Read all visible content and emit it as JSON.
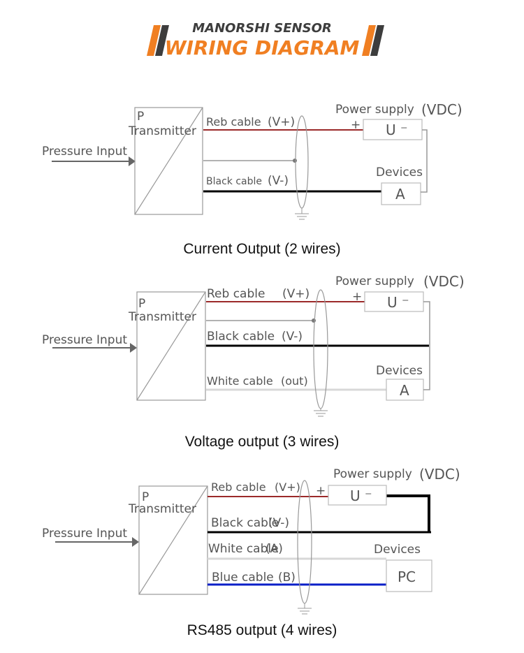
{
  "header": {
    "brand": "MANORSHI SENSOR",
    "title": "WIRING DIAGRAM",
    "accent_color": "#f07f22",
    "dark_color": "#3d3d3d"
  },
  "diagrams": [
    {
      "caption": "Current Output (2 wires)",
      "input_label": "Pressure Input",
      "transmitter_symbol": "P",
      "transmitter_label": "Transmitter",
      "wires": [
        {
          "label": "Reb cable",
          "suffix": "(V+)",
          "color": "#9b2a2a"
        },
        {
          "label": "Black cable",
          "suffix": "(V-)",
          "color": "#000000"
        }
      ],
      "power_label": "Power supply",
      "power_unit": "(VDC)",
      "power_box": "U ⁻",
      "plus": "+",
      "device_label": "Devices",
      "device_box": "A"
    },
    {
      "caption": "Voltage output (3 wires)",
      "input_label": "Pressure Input",
      "transmitter_symbol": "P",
      "transmitter_label": "Transmitter",
      "wires": [
        {
          "label": "Reb cable",
          "suffix": "(V+)",
          "color": "#9b2a2a"
        },
        {
          "label": "Black cable",
          "suffix": "(V-)",
          "color": "#000000"
        },
        {
          "label": "White cable",
          "suffix": "(out)",
          "color": "#d8d8d8"
        }
      ],
      "power_label": "Power supply",
      "power_unit": "(VDC)",
      "power_box": "U ⁻",
      "plus": "+",
      "device_label": "Devices",
      "device_box": "A"
    },
    {
      "caption": "RS485 output (4 wires)",
      "input_label": "Pressure Input",
      "transmitter_symbol": "P",
      "transmitter_label": "Transmitter",
      "wires": [
        {
          "label": "Reb cable",
          "suffix": "(V+)",
          "color": "#9b2a2a"
        },
        {
          "label": "Black cable",
          "suffix": "(V-)",
          "color": "#000000"
        },
        {
          "label": "White cable",
          "suffix": "(A)",
          "color": "#d8d8d8"
        },
        {
          "label": "Blue cable",
          "suffix": "(B)",
          "color": "#0a1fc8"
        }
      ],
      "power_label": "Power supply",
      "power_unit": "(VDC)",
      "power_box": "U ⁻",
      "plus": "+",
      "device_label": "Devices",
      "device_box": "PC"
    }
  ]
}
